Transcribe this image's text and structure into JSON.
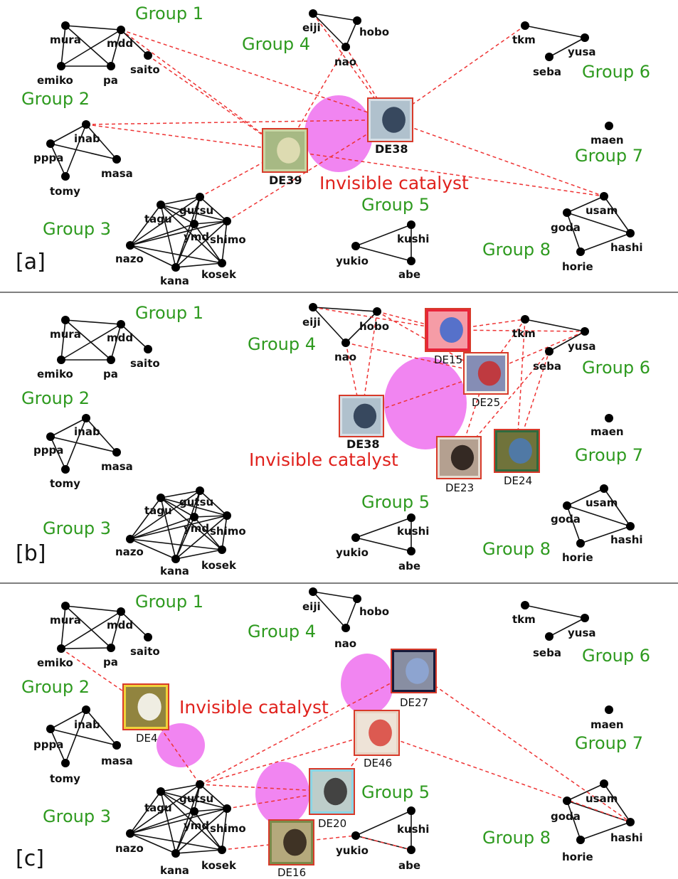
{
  "panels": [
    {
      "id": "a",
      "label": "[a]",
      "catalyst_label": "Invisible catalyst",
      "items": [
        {
          "id": "DE39",
          "label": "DE39",
          "style": "bold",
          "colors": [
            "#c9d6a4",
            "#e6e0b8",
            "#8aa36a"
          ]
        },
        {
          "id": "DE38",
          "label": "DE38",
          "style": "bold",
          "colors": [
            "#d7dfe6",
            "#22334a",
            "#8fa8b8"
          ]
        }
      ]
    },
    {
      "id": "b",
      "label": "[b]",
      "catalyst_label": "Invisible catalyst",
      "items": [
        {
          "id": "DE15",
          "label": "DE15",
          "style": "normal",
          "colors": [
            "#e8243a",
            "#3a6ad0",
            "#ffffff"
          ]
        },
        {
          "id": "DE25",
          "label": "DE25",
          "style": "normal",
          "colors": [
            "#f4f0e8",
            "#c92b2b",
            "#2a3d8a"
          ]
        },
        {
          "id": "DE38",
          "label": "DE38",
          "style": "bold",
          "colors": [
            "#d7dfe6",
            "#22334a",
            "#8fa8b8"
          ]
        },
        {
          "id": "DE23",
          "label": "DE23",
          "style": "normal",
          "colors": [
            "#e7ddd2",
            "#1d1410",
            "#8a6e5a"
          ]
        },
        {
          "id": "DE24",
          "label": "DE24",
          "style": "normal",
          "colors": [
            "#2f6a3d",
            "#4a7ab8",
            "#a57a3a"
          ]
        }
      ]
    },
    {
      "id": "c",
      "label": "[c]",
      "catalyst_label": "Invisible catalyst",
      "items": [
        {
          "id": "DE4",
          "label": "DE4",
          "style": "normal",
          "colors": [
            "#f0d23a",
            "#ffffff",
            "#444444"
          ]
        },
        {
          "id": "DE27",
          "label": "DE27",
          "style": "normal",
          "colors": [
            "#161a3a",
            "#8ea8d8",
            "#e8eef8"
          ]
        },
        {
          "id": "DE46",
          "label": "DE46",
          "style": "normal",
          "colors": [
            "#e8d2c2",
            "#d8423a",
            "#f2f0ea"
          ]
        },
        {
          "id": "DE20",
          "label": "DE20",
          "style": "normal",
          "colors": [
            "#8ad6e6",
            "#2e2a2a",
            "#e8c6b2"
          ]
        },
        {
          "id": "DE16",
          "label": "DE16",
          "style": "normal",
          "colors": [
            "#7a8a4a",
            "#2a1e16",
            "#e6c2a6"
          ]
        }
      ]
    }
  ],
  "groups": [
    {
      "id": "g1",
      "label": "Group 1",
      "nodes": [
        "mura",
        "mdd",
        "emiko",
        "pa",
        "saito"
      ]
    },
    {
      "id": "g2",
      "label": "Group 2",
      "nodes": [
        "inab",
        "pppa",
        "masa",
        "tomy"
      ]
    },
    {
      "id": "g3",
      "label": "Group 3",
      "nodes": [
        "tagu",
        "gutsu",
        "ymd",
        "shimo",
        "nazo",
        "kana",
        "kosek"
      ]
    },
    {
      "id": "g4",
      "label": "Group 4",
      "nodes": [
        "eiji",
        "hobo",
        "nao"
      ]
    },
    {
      "id": "g5",
      "label": "Group 5",
      "nodes": [
        "kushi",
        "yukio",
        "abe"
      ]
    },
    {
      "id": "g6",
      "label": "Group 6",
      "nodes": [
        "tkm",
        "yusa",
        "seba"
      ]
    },
    {
      "id": "g7",
      "label": "Group 7",
      "nodes": [
        "maen"
      ]
    },
    {
      "id": "g8",
      "label": "Group 8",
      "nodes": [
        "usam",
        "goda",
        "hashi",
        "horie"
      ]
    }
  ],
  "colors": {
    "group_text": "#2e9a1f",
    "catalyst_text": "#e0211c",
    "catalyst_blob": "#f07ef0",
    "dashed_link": "#ee3333",
    "frame": "#d83a2a",
    "node": "#000000"
  }
}
